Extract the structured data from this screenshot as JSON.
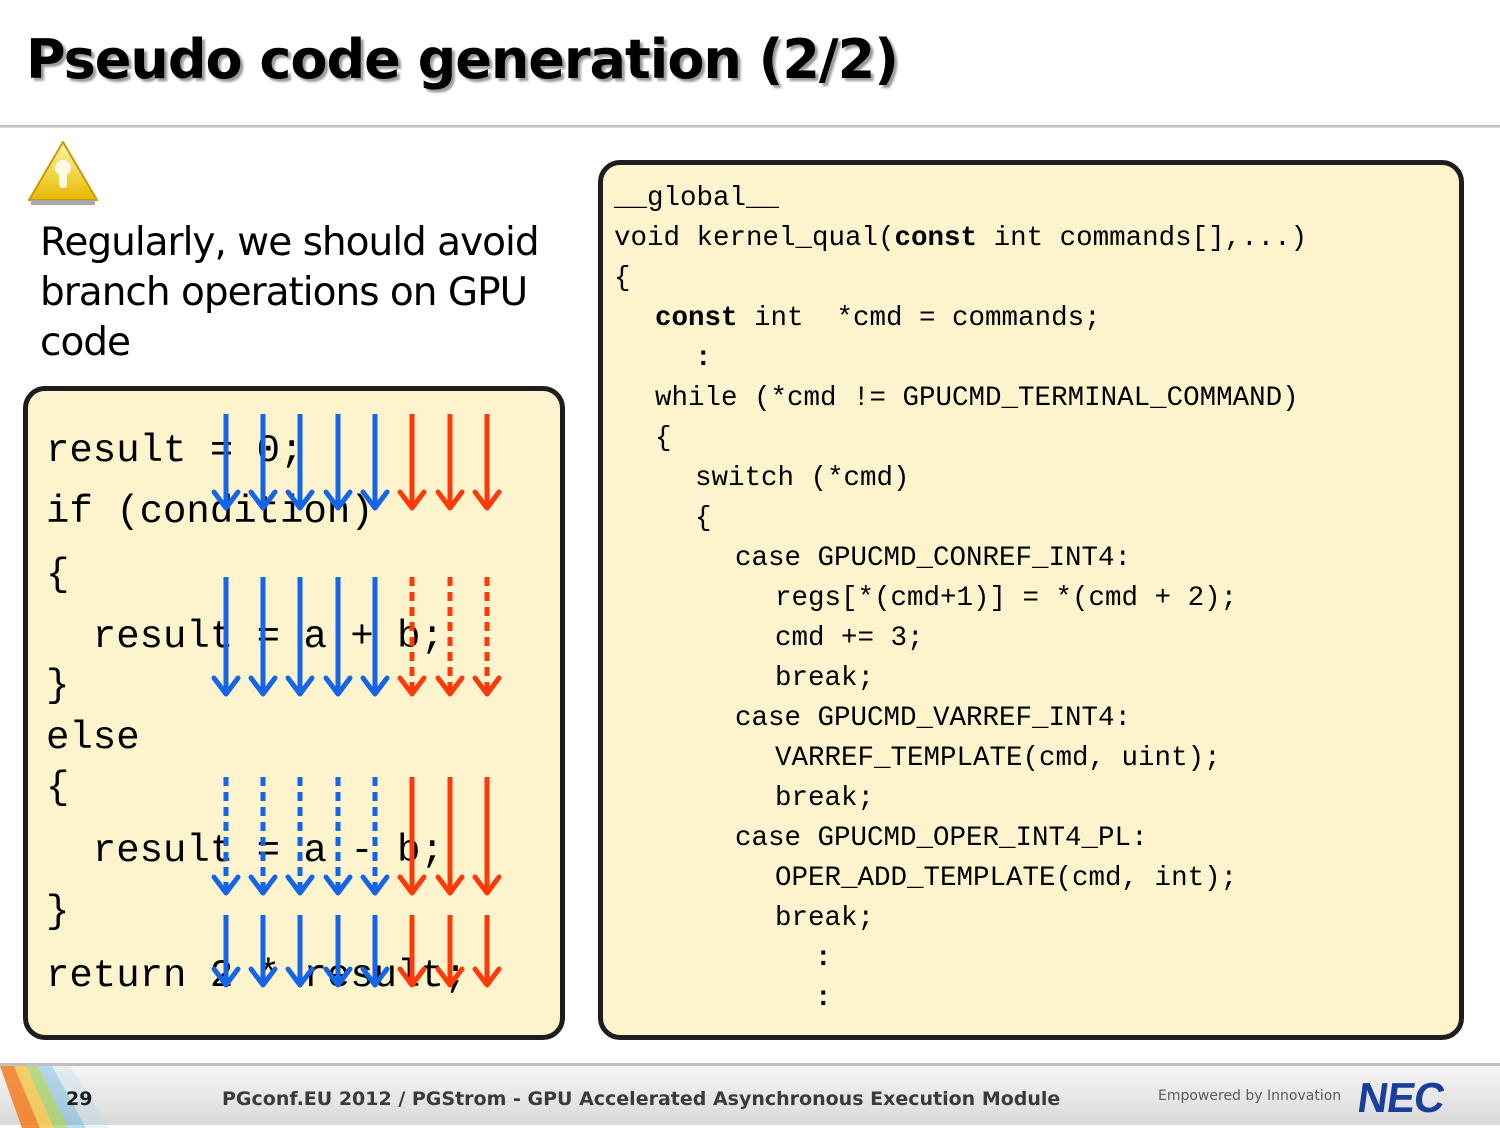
{
  "slide": {
    "title": "Pseudo code generation (2/2)",
    "intro": "Regularly, we should avoid branch operations on GPU code",
    "warning_icon": "warning-triangle-icon"
  },
  "left_code": [
    "result = 0;",
    "if (condition)",
    "{",
    "  result = a + b;",
    "}",
    "else",
    "{",
    "  result = a - b;",
    "}",
    "return 2 * result;"
  ],
  "right_code": {
    "l1": "__global__",
    "l2a": "void kernel_qual(",
    "l2b": "const",
    "l2c": " int commands[],...)",
    "l3": "{",
    "l4a": "const",
    "l4b": " int  *cmd = commands;",
    "l5": ":",
    "l6": "while (*cmd != GPUCMD_TERMINAL_COMMAND)",
    "l7": "{",
    "l8": "switch (*cmd)",
    "l9": "{",
    "l10": "case GPUCMD_CONREF_INT4:",
    "l11": "regs[*(cmd+1)] = *(cmd + 2);",
    "l12": "cmd += 3;",
    "l13": "break;",
    "l14": "case GPUCMD_VARREF_INT4:",
    "l15": "VARREF_TEMPLATE(cmd, uint);",
    "l16": "break;",
    "l17": "case GPUCMD_OPER_INT4_PL:",
    "l18": "OPER_ADD_TEMPLATE(cmd, int);",
    "l19": "break;",
    "l20": ":",
    "l21": ":"
  },
  "arrow_colors": {
    "blue": "#1565e8",
    "red": "#ff3a0a"
  },
  "footer": {
    "page_number": "29",
    "text": "PGconf.EU 2012 / PGStrom - GPU Accelerated Asynchronous Execution Module",
    "tagline": "Empowered by Innovation",
    "logo": "NEC"
  }
}
